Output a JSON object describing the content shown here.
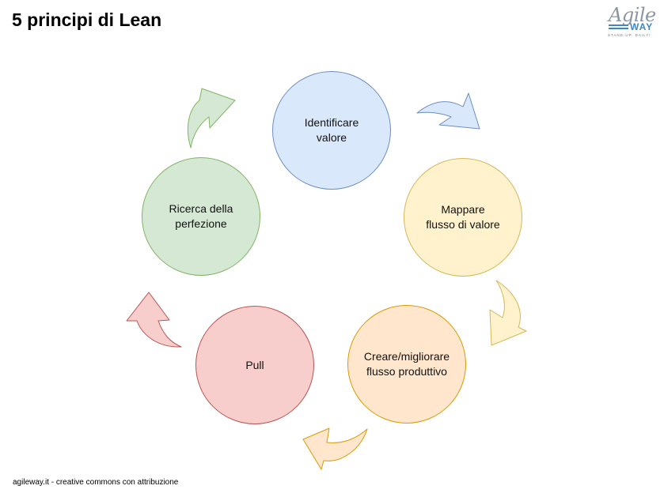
{
  "header": {
    "title": "5 principi di Lean"
  },
  "logo": {
    "word": "Agile",
    "sub": "WAY",
    "tagline": "STAND-UP. DAILY!",
    "colors": {
      "word": "#8d96a2",
      "accent": "#3b87c8"
    }
  },
  "cycle": {
    "nodes": [
      {
        "label": "Identificare\nvalore",
        "fill": "#dae8fc",
        "stroke": "#6c8ebf"
      },
      {
        "label": "Mappare\nflusso di valore",
        "fill": "#fff2cc",
        "stroke": "#d6b656"
      },
      {
        "label": "Creare/migliorare\nflusso produttivo",
        "fill": "#ffe6cc",
        "stroke": "#d79b00"
      },
      {
        "label": "Pull",
        "fill": "#f8cecc",
        "stroke": "#b85450"
      },
      {
        "label": "Ricerca della\nperfezione",
        "fill": "#d5e8d4",
        "stroke": "#82b366"
      }
    ],
    "arrows": [
      {
        "from": "Identificare valore",
        "to": "Mappare flusso di valore",
        "fill": "#dae8fc",
        "stroke": "#6c8ebf"
      },
      {
        "from": "Mappare flusso di valore",
        "to": "Creare/migliorare flusso produttivo",
        "fill": "#fff2cc",
        "stroke": "#d6b656"
      },
      {
        "from": "Creare/migliorare flusso produttivo",
        "to": "Pull",
        "fill": "#ffe6cc",
        "stroke": "#d79b00"
      },
      {
        "from": "Pull",
        "to": "Ricerca della perfezione",
        "fill": "#f8cecc",
        "stroke": "#b85450"
      },
      {
        "from": "Ricerca della perfezione",
        "to": "Identificare valore",
        "fill": "#d5e8d4",
        "stroke": "#82b366"
      }
    ]
  },
  "footer": {
    "text": "agileway.it - creative commons con attribuzione"
  }
}
